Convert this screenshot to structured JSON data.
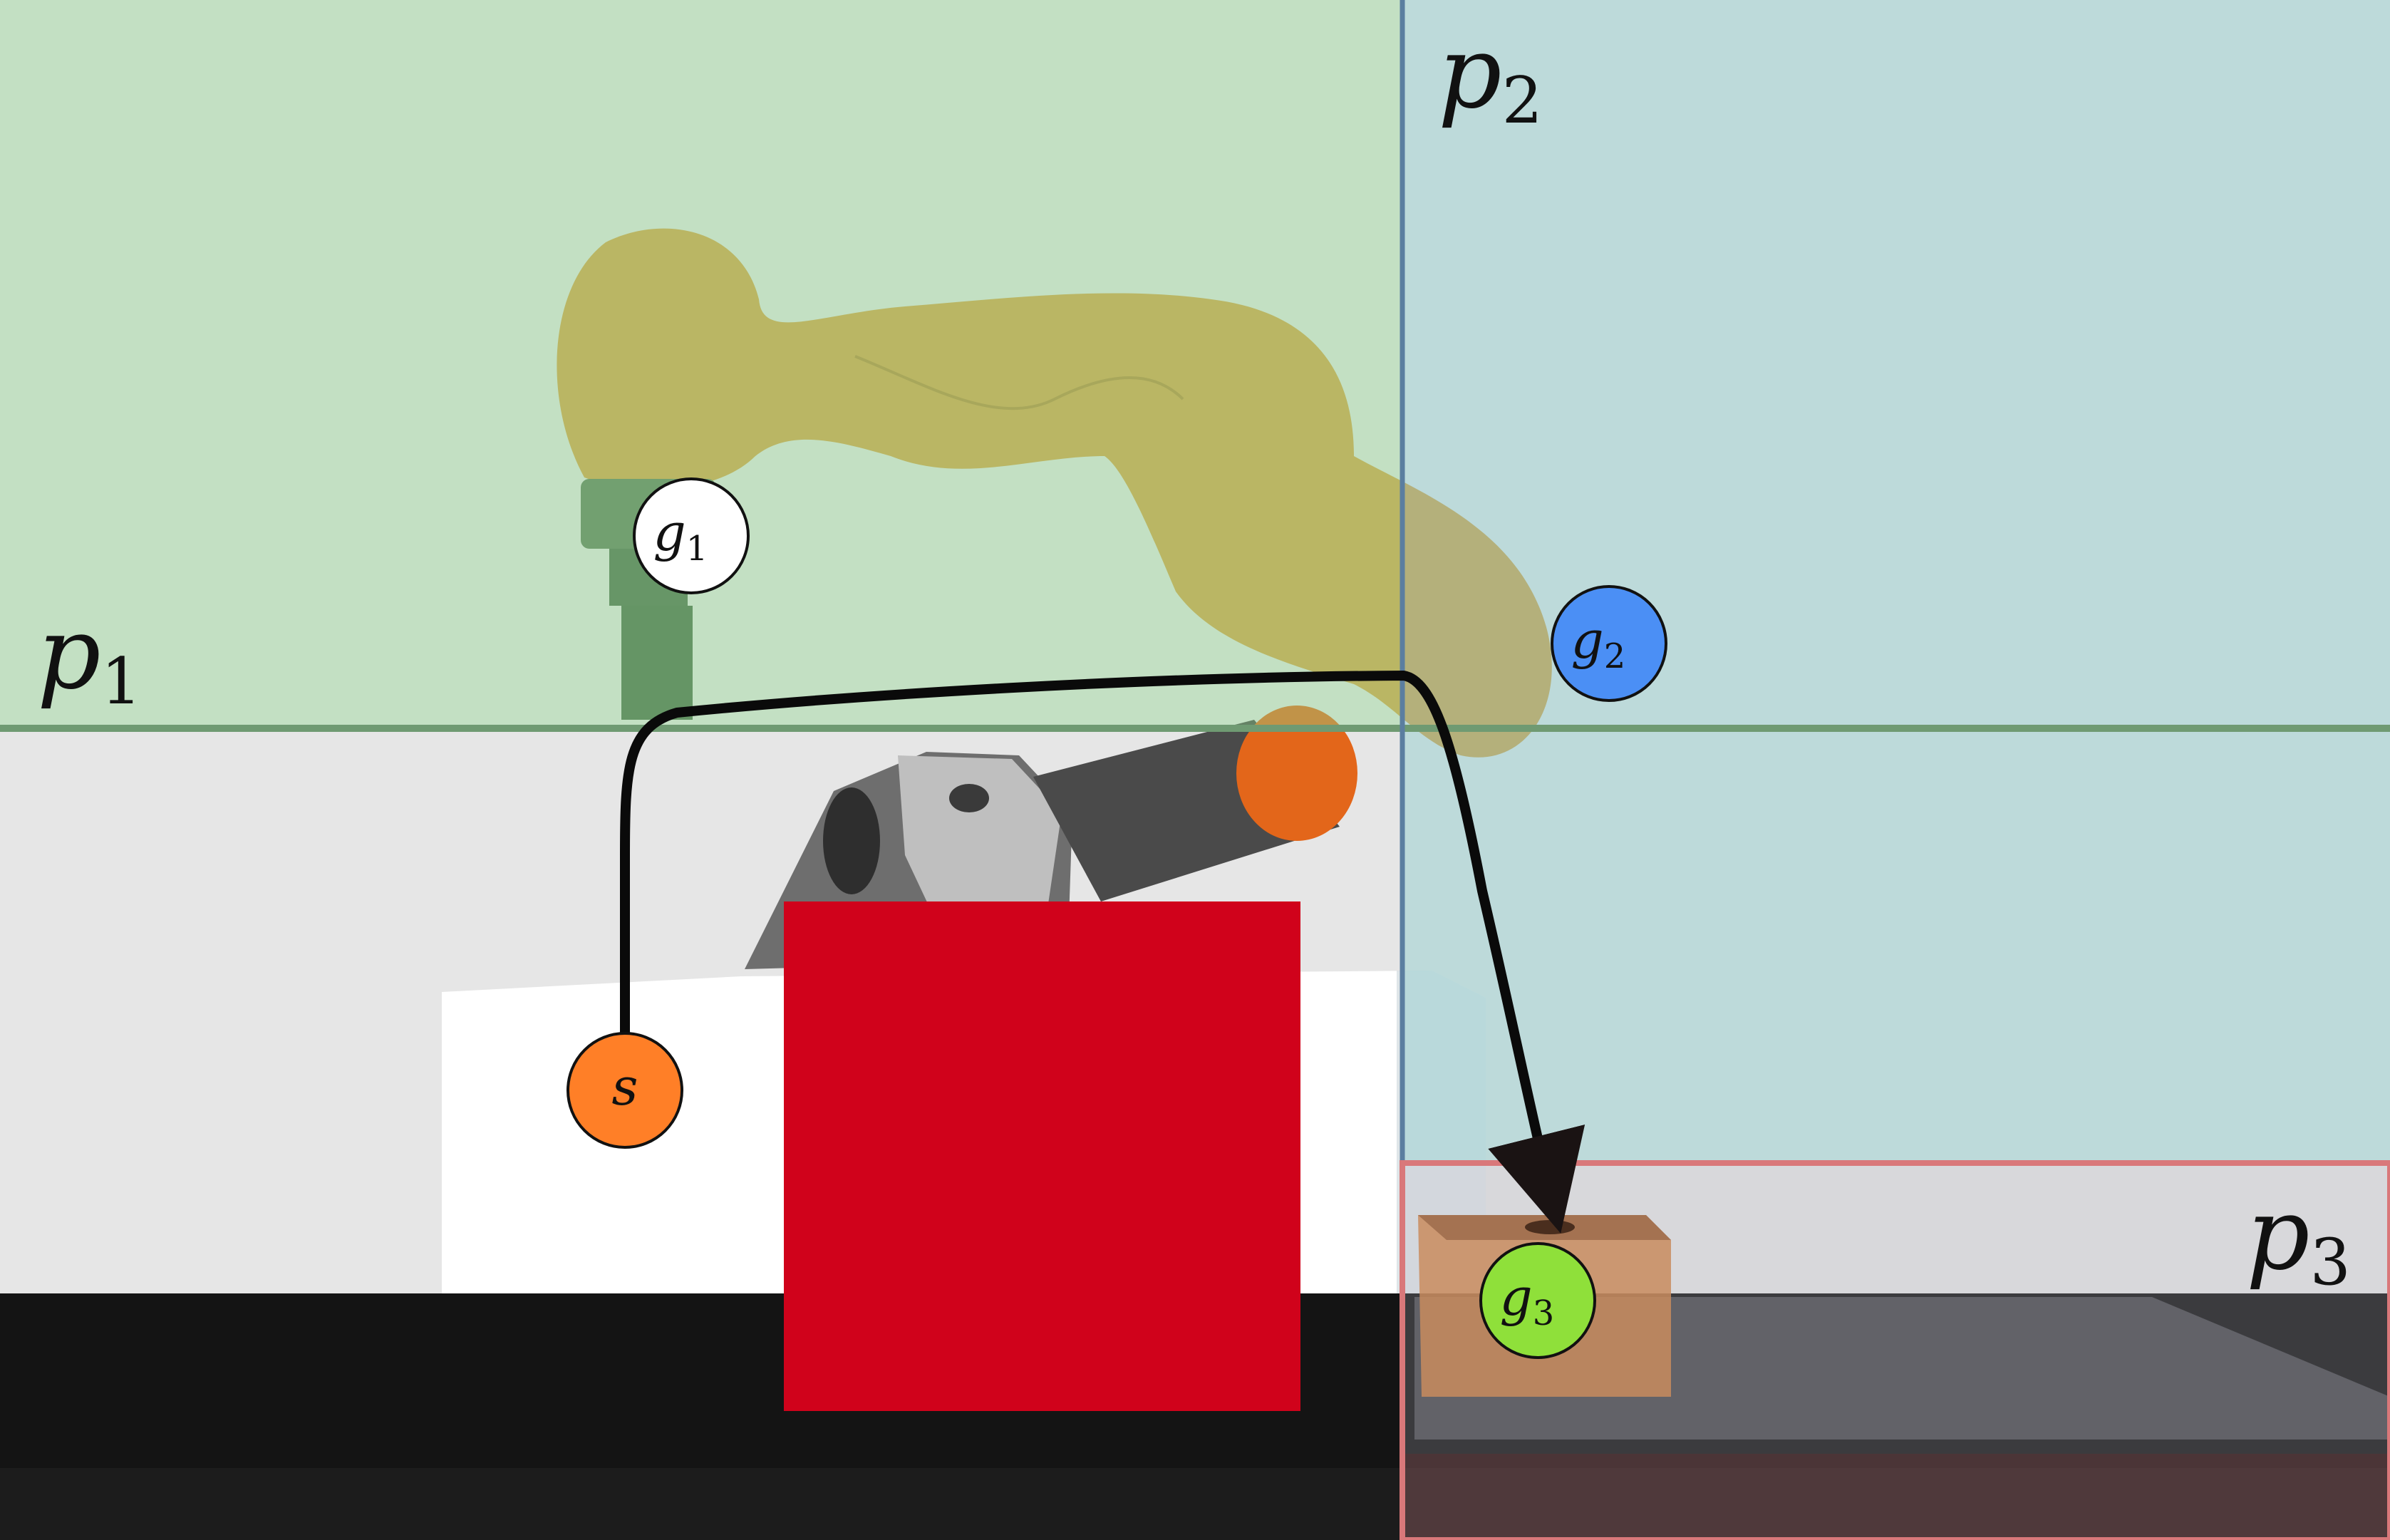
{
  "regions": [
    {
      "label": "p",
      "subscript": "1",
      "color": "#8fd68f",
      "border": "#6f9a72"
    },
    {
      "label": "p",
      "subscript": "2",
      "color": "#7fc7c9",
      "border": "#5b7ea0"
    },
    {
      "label": "p",
      "subscript": "3",
      "color": "#b0b0bd",
      "border": "#d9787a"
    }
  ],
  "waypoints": [
    {
      "label": "s",
      "subscript": "",
      "color": "#ff7f27"
    },
    {
      "label": "g",
      "subscript": "1",
      "color": "#ffffff"
    },
    {
      "label": "g",
      "subscript": "2",
      "color": "#4b8ff5"
    },
    {
      "label": "g",
      "subscript": "3",
      "color": "#8fe03a"
    }
  ],
  "colors": {
    "robot_arm": "#d69a3c",
    "obstacle_box": "#d0021b",
    "target_box": "#c98c5e",
    "path": "#0a0a0a"
  }
}
